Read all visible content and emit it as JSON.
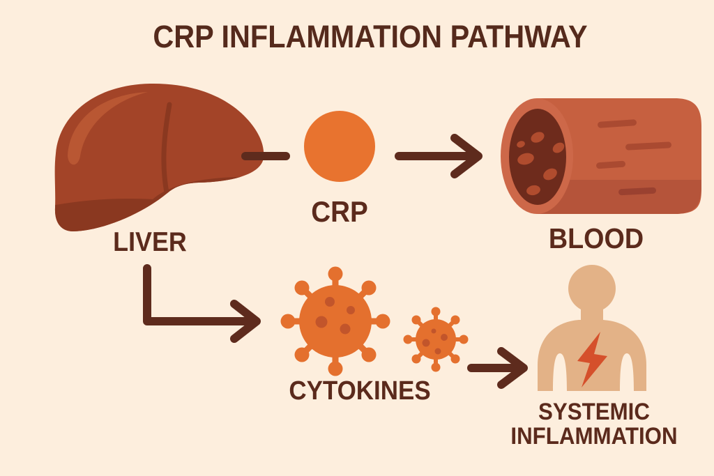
{
  "title": "CRP INFLAMMATION PATHWAY",
  "diagram": {
    "liver": {
      "label": "LIVER",
      "icon": "liver-icon"
    },
    "crp": {
      "label": "CRP",
      "icon": "crp-molecule-icon"
    },
    "blood": {
      "label": "BLOOD",
      "icon": "blood-vessel-icon"
    },
    "cytokines": {
      "label": "CYTOKINES",
      "icon": "cytokine-icons"
    },
    "systemic_inflammation": {
      "label_line1": "SYSTEMIC",
      "label_line2": "INFLAMMATION",
      "icon": "person-inflammation-icon"
    }
  },
  "colors": {
    "background": "#fdeedd",
    "title_text": "#552a1c",
    "label_text": "#5b2a1c",
    "arrow": "#5e2b1d",
    "liver_base": "#a34428",
    "liver_shadow": "#8a3820",
    "liver_highlight": "#b95733",
    "crp_orange": "#e8732f",
    "vessel_body": "#c66040",
    "vessel_bottom": "#b5543a",
    "vessel_rim": "#cd6849",
    "vessel_inner": "#6e2b1c",
    "vessel_streak": "#aa4a31",
    "vessel_streak_dark": "#9a4130",
    "blood_cell": "#b04c2e",
    "cytokine_body": "#e4702e",
    "cytokine_spot": "#c2552b",
    "person_body": "#e3b287",
    "bolt": "#d5502b"
  }
}
